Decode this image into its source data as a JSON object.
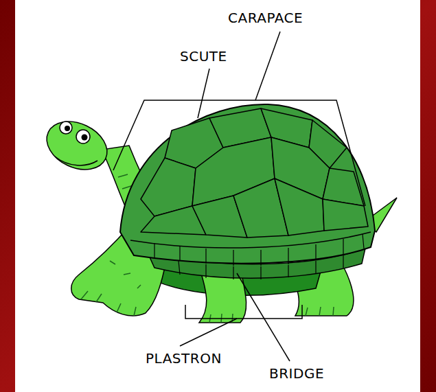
{
  "diagram": {
    "labels": [
      "CARAPACE",
      "SCUTE",
      "PLASTRON",
      "BRIDGE"
    ]
  }
}
